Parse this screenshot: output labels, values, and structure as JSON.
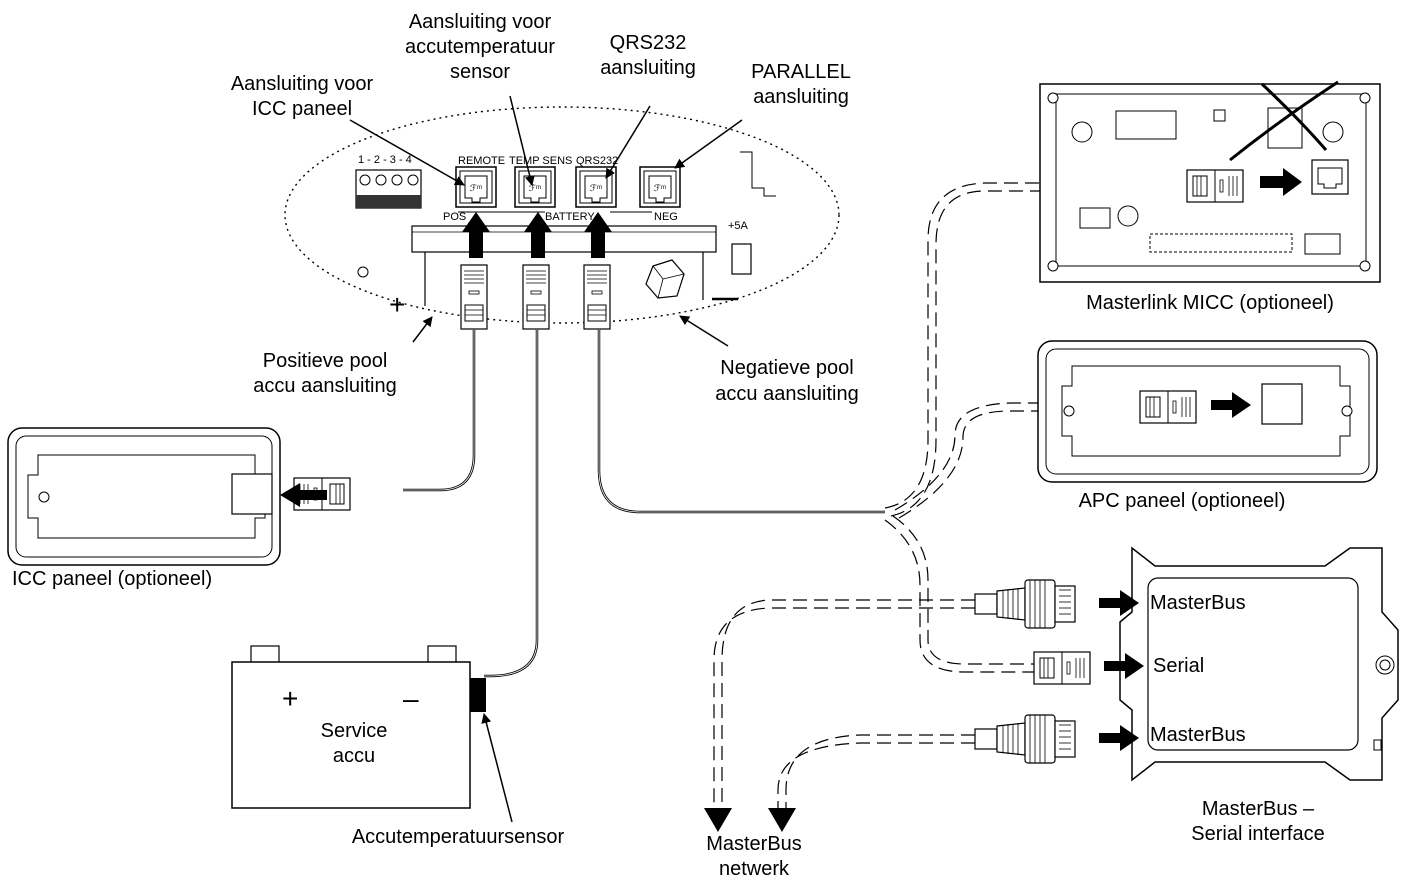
{
  "labels": {
    "icc_conn": [
      "Aansluiting voor",
      "ICC paneel"
    ],
    "temp_conn": [
      "Aansluiting voor",
      "accutemperatuur",
      "sensor"
    ],
    "qrs_conn": [
      "QRS232",
      "aansluiting"
    ],
    "parallel_conn": [
      "PARALLEL",
      "aansluiting"
    ],
    "pos_pole": [
      "Positieve pool",
      "accu aansluiting"
    ],
    "neg_pole": [
      "Negatieve pool",
      "accu aansluiting"
    ],
    "icc_panel": "ICC paneel (optioneel)",
    "service_battery": [
      "Service",
      "accu"
    ],
    "battery_plus": "+",
    "battery_minus": "–",
    "temp_sensor": "Accutemperatuursensor",
    "masterlink": "Masterlink MICC (optioneel)",
    "apc_panel": "APC paneel (optioneel)",
    "interface_title": [
      "MasterBus –",
      "Serial interface"
    ],
    "port_masterbus_top": "MasterBus",
    "port_serial": "Serial",
    "port_masterbus_bottom": "MasterBus",
    "network": [
      "MasterBus",
      "netwerk"
    ]
  },
  "device_print": {
    "terminal": "1 - 2 - 3 - 4",
    "remote": "REMOTE",
    "tempsens": "TEMP SENS",
    "qrs": "QRS232",
    "pos": "POS",
    "battery": "BATTERY",
    "neg": "NEG",
    "fuse": "+5A"
  },
  "icons": [
    "rj-connector-icon",
    "masterbus-plug-icon",
    "arrow-icon",
    "cross-mark-icon"
  ]
}
